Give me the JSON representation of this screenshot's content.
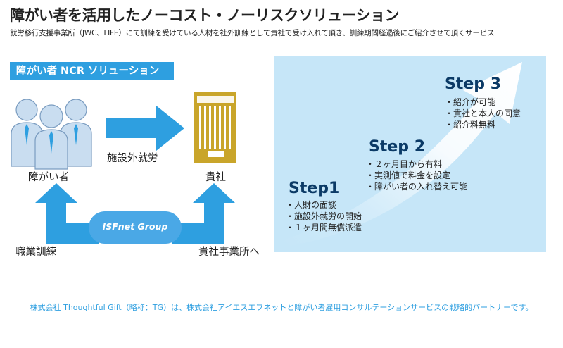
{
  "title": "障がい者を活用したノーコスト・ノーリスクソリューション",
  "subtitle": "就労移行支援事業所（JWC、LIFE）にて訓練を受けている人材を社外訓練として貴社で受け入れて頂き、訓練期間経過後にご紹介させて頂くサービス",
  "ncr_label": "障がい者 NCR ソリューション",
  "left_diagram": {
    "people_label": "障がい者",
    "company_label": "貴社",
    "arrow_label": "施設外就労",
    "group_label": "ISFnet Group",
    "training_label": "職業訓練",
    "to_company_label": "貴社事業所へ"
  },
  "steps": [
    {
      "title": "Step1",
      "items": [
        "人財の面談",
        "施設外就労の開始",
        "１ヶ月間無償派遣"
      ]
    },
    {
      "title": "Step 2",
      "items": [
        "２ヶ月目から有料",
        "実測値で料金を設定",
        "障がい者の入れ替え可能"
      ]
    },
    {
      "title": "Step 3",
      "items": [
        "紹介が可能",
        "貴社と本人の同意",
        "紹介料無料"
      ]
    }
  ],
  "footer": "株式会社 Thoughtful Gift（略称：TG）は、株式会社アイエスエフネットと障がい者雇用コンサルテーションサービスの戦略的パートナーです。",
  "colors": {
    "accent": "#2e9fe0",
    "panel": "#c6e6f8",
    "person": "#c9ddf0",
    "building": "#c9a52a",
    "step_title": "#0b3a66"
  }
}
